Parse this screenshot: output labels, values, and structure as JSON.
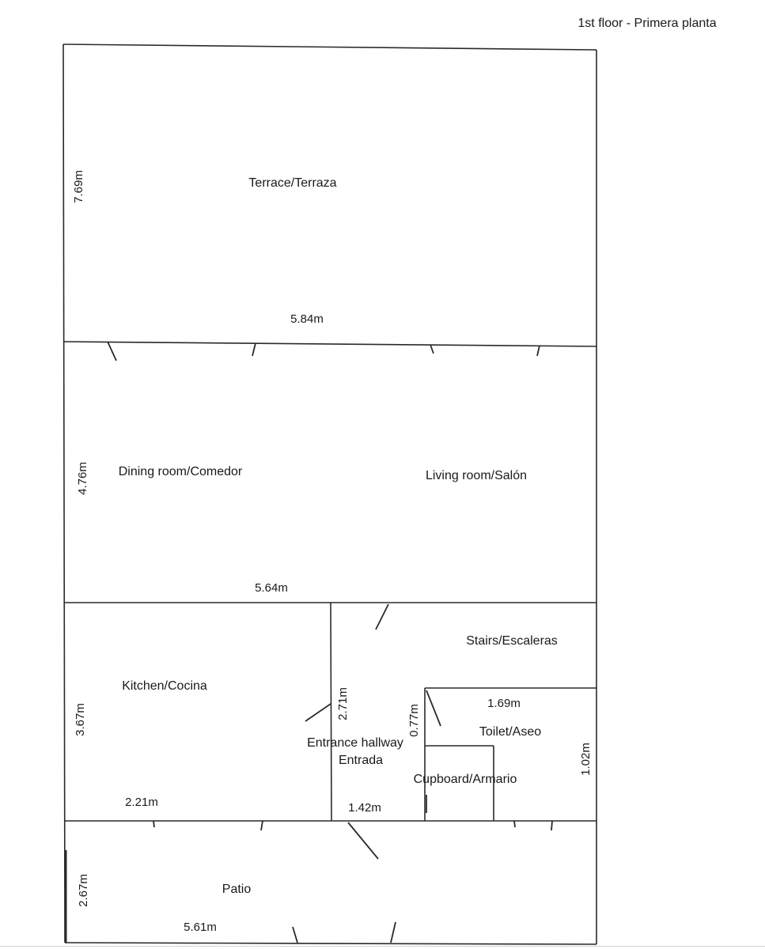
{
  "floor_title": "1st floor - Primera planta",
  "rooms": {
    "terrace": "Terrace/Terraza",
    "dining": "Dining room/Comedor",
    "living": "Living room/Salón",
    "stairs": "Stairs/Escaleras",
    "kitchen": "Kitchen/Cocina",
    "hallway_en": "Entrance hallway",
    "hallway_es": "Entrada",
    "toilet": "Toilet/Aseo",
    "cupboard": "Cupboard/Armario",
    "patio": "Patio"
  },
  "dimensions": {
    "terrace_height": "7.69m",
    "terrace_width": "5.84m",
    "dining_height": "4.76m",
    "dining_width": "5.64m",
    "kitchen_height": "3.67m",
    "kitchen_width": "2.21m",
    "hallway_height": "2.71m",
    "hallway_width": "1.42m",
    "toilet_small": "0.77m",
    "toilet_width": "1.69m",
    "toilet_height": "1.02m",
    "patio_height": "2.67m",
    "patio_width": "5.61m"
  },
  "colors": {
    "line": "#2a2a2a",
    "text": "#1a1a1a",
    "background": "#ffffff"
  }
}
